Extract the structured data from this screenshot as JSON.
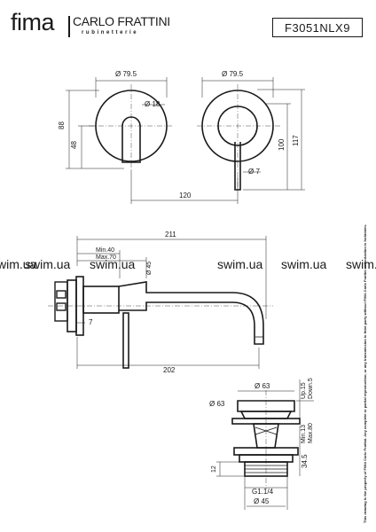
{
  "header": {
    "brand_fima": "fima",
    "brand_name": "CARLO FRATTINI",
    "brand_sub": "rubinetterie",
    "product_code": "F3051NLX9"
  },
  "watermark": {
    "text": "swim.ua"
  },
  "side_note": "This drawing is the property of FIMA Carlo Frattini. Any complete or partial reproduction, or any transmission to third party without FIMA Carlo Frattini authorization is forbidden.",
  "dimensions": {
    "front_plate_dia": "Ø 79.5",
    "front_spout_dia": "Ø 18",
    "front_h88": "88",
    "front_h48": "48",
    "front_w120": "120",
    "lever_plate_dia": "Ø 79.5",
    "lever_dia": "Ø 7",
    "lever_h100": "100",
    "lever_h117": "117",
    "side_211": "211",
    "side_min40": "Min.40",
    "side_max70": "Max.70",
    "side_d45": "Ø 45",
    "side_7": "7",
    "side_202": "202",
    "waste_d63_top": "Ø 63",
    "waste_d63_left": "Ø 63",
    "waste_up15": "Up.15",
    "waste_down5": "Down.5",
    "waste_min13": "Min.13",
    "waste_max80": "Max.80",
    "waste_345": "34.5",
    "waste_12": "12",
    "waste_thread": "G1.1/4",
    "waste_d45": "Ø 45"
  }
}
